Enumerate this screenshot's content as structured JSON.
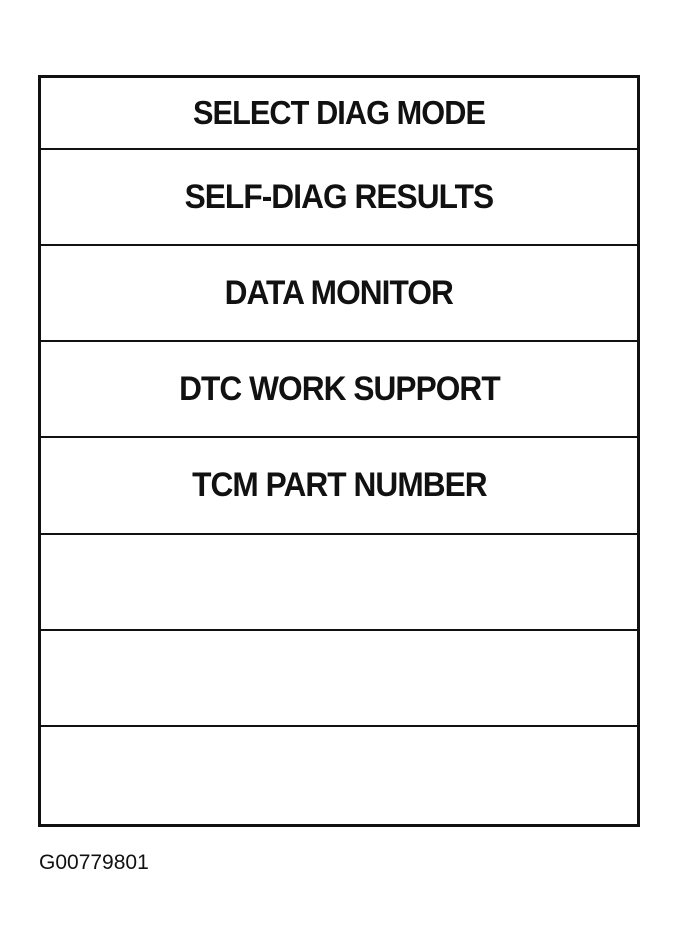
{
  "screen": {
    "title": "SELECT DIAG MODE",
    "menu_items": [
      {
        "label": "SELF-DIAG RESULTS"
      },
      {
        "label": "DATA MONITOR"
      },
      {
        "label": "DTC WORK SUPPORT"
      },
      {
        "label": "TCM PART NUMBER"
      },
      {
        "label": ""
      },
      {
        "label": ""
      },
      {
        "label": ""
      }
    ]
  },
  "figure_id": "G00779801"
}
